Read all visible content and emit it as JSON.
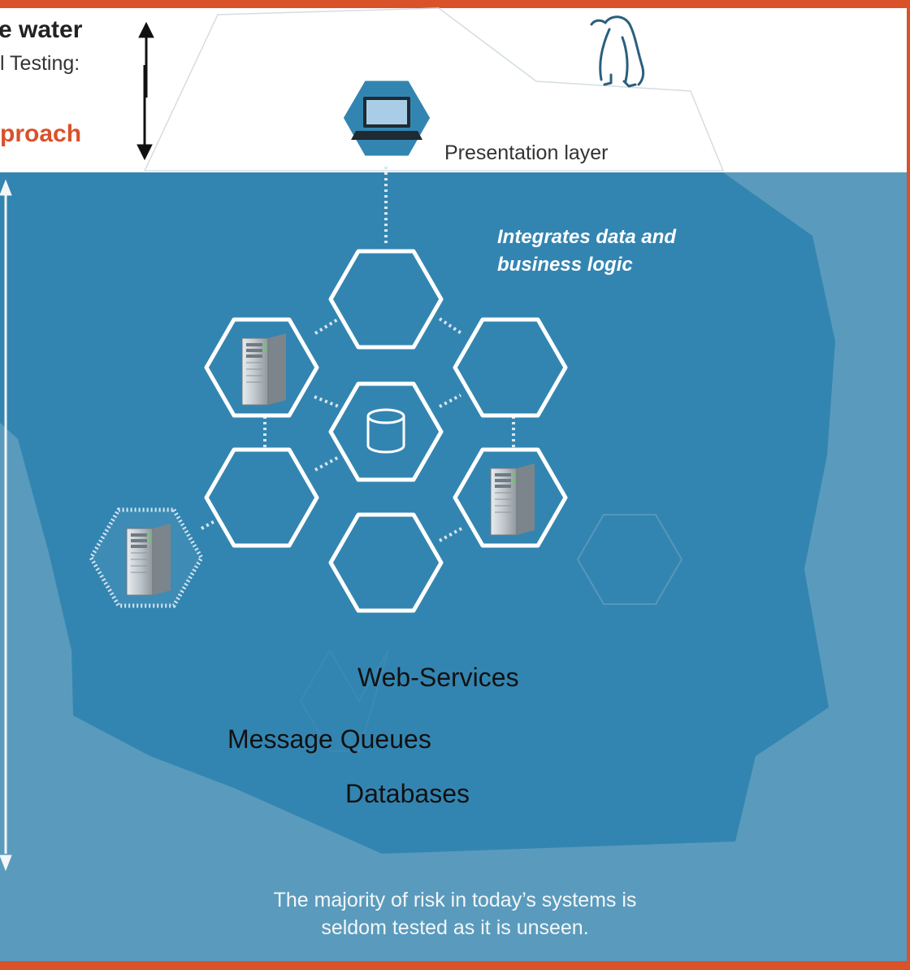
{
  "labels": {
    "heading_fragment": "e water",
    "subheading_fragment": "l Testing:",
    "approach_fragment": "proach",
    "presentation_layer": "Presentation layer",
    "integrates_line1": "Integrates data and",
    "integrates_line2": "business logic",
    "web_services": "Web-Services",
    "message_queues": "Message Queues",
    "databases": "Databases",
    "footer_line1": "The majority of risk in today’s systems is",
    "footer_line2": "seldom tested  as it is unseen."
  },
  "colors": {
    "frame_orange": "#d9522a",
    "water_light": "#5a9bbd",
    "water_deep": "#3385b1",
    "above_water": "#ffffff",
    "hex_stroke": "#ffffff"
  },
  "icons": [
    "laptop-icon",
    "penguin-icon",
    "database-icon",
    "server-icon",
    "up-arrow-icon",
    "down-arrow-icon"
  ]
}
